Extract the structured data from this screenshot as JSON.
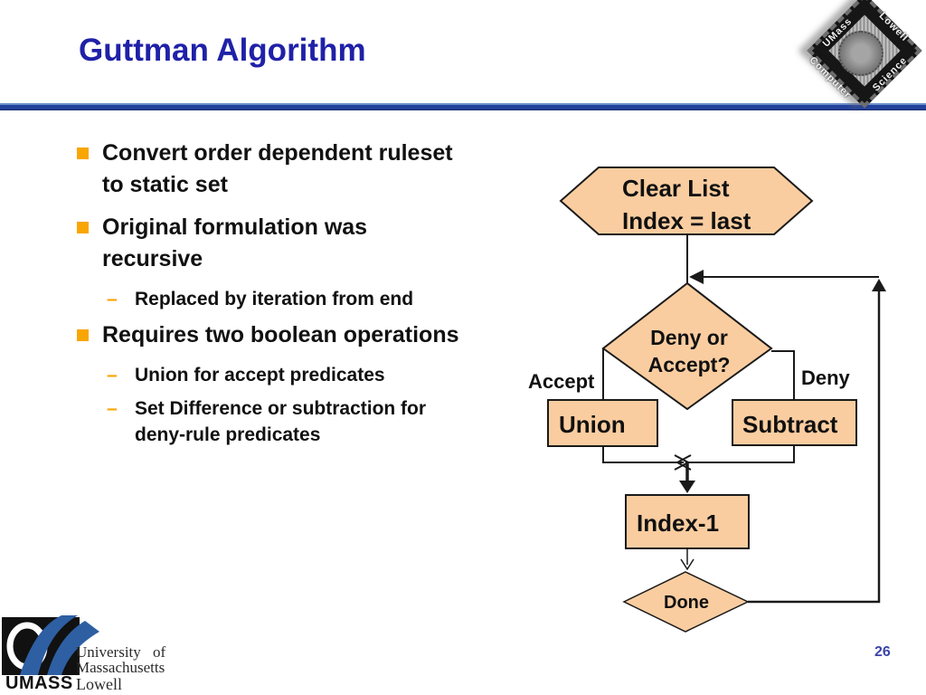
{
  "slide": {
    "title": "Guttman Algorithm",
    "page_number": "26"
  },
  "colors": {
    "title_blue": "#1F21A8",
    "rule_blue": "#24429B",
    "bullet_orange": "#F9A602",
    "flow_shape_fill": "#FACDA0",
    "flow_shape_border": "#1A1A1A",
    "page_number_blue": "#3B45A8"
  },
  "bullets": [
    {
      "level": 1,
      "text": "Convert order dependent ruleset\nto static set"
    },
    {
      "level": 1,
      "text": "Original formulation was\nrecursive"
    },
    {
      "level": 2,
      "text": "Replaced by iteration from end"
    },
    {
      "level": 1,
      "text": "Requires two boolean operations"
    },
    {
      "level": 2,
      "text": "Union for accept predicates"
    },
    {
      "level": 2,
      "text": "Set Difference or subtraction for\ndeny-rule predicates"
    }
  ],
  "flowchart": {
    "start_hexagon": {
      "line1": "Clear List",
      "line2": "Index = last"
    },
    "decision": {
      "line1": "Deny or",
      "line2": "Accept?"
    },
    "accept_label": "Accept",
    "deny_label": "Deny",
    "union_box": "Union",
    "subtract_box": "Subtract",
    "index_box": "Index-1",
    "done_diamond": "Done"
  },
  "chip_logo": {
    "top_left": "UMass",
    "top_right": "Lowell",
    "bottom_left": "Computer",
    "bottom_right": "Science"
  },
  "footer_logo": {
    "wordmark": "UMASS",
    "line1": "University of",
    "line2": "Massachusetts",
    "line3": "Lowell"
  }
}
